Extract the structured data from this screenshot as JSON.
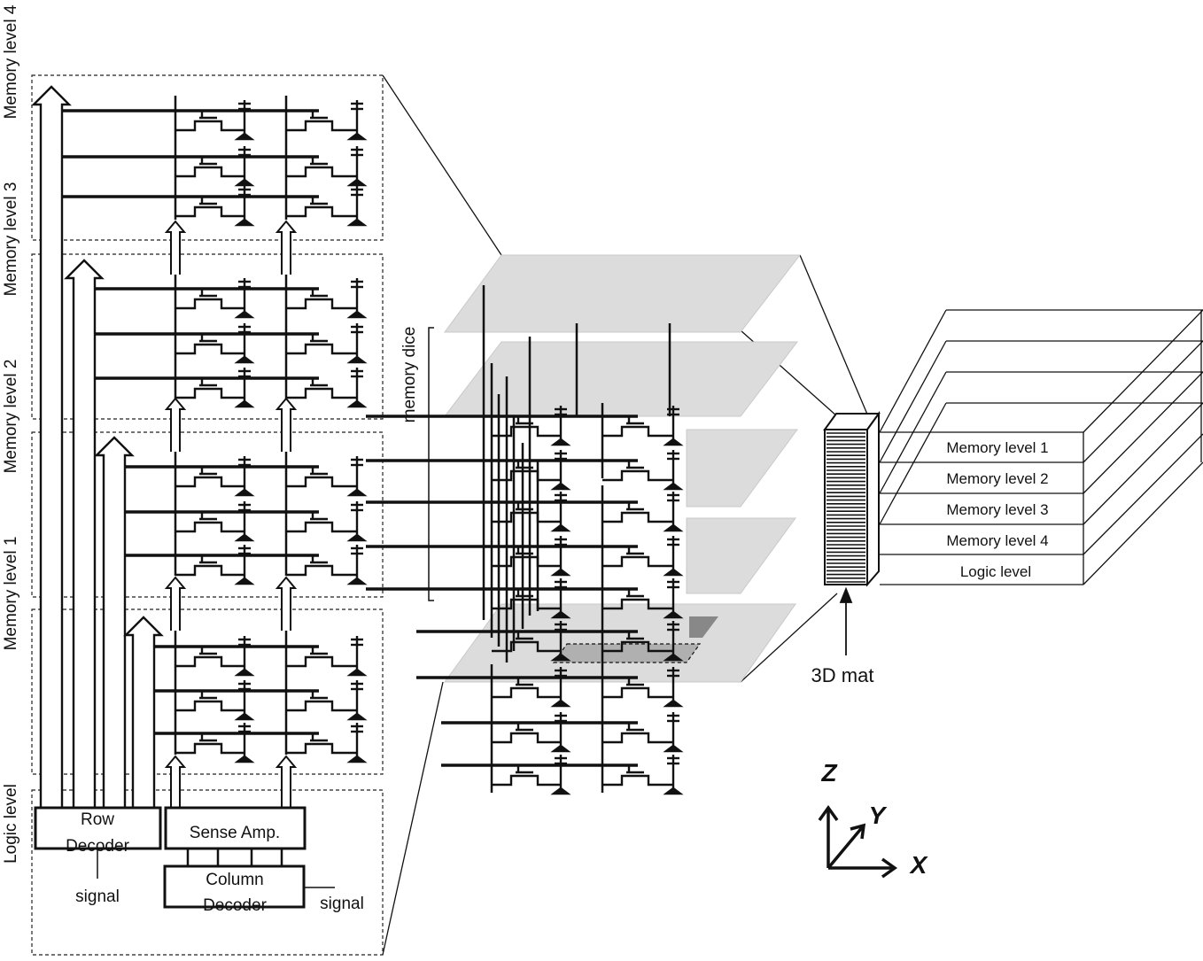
{
  "left_panel": {
    "level_labels": [
      "Memory level 4",
      "Memory level 3",
      "Memory level 2",
      "Memory level 1",
      "Logic level"
    ],
    "row_decoder": "Row Decoder",
    "row_decoder_line1": "Row",
    "row_decoder_line2": "Decoder",
    "sense_amp": "Sense Amp.",
    "column_decoder_line1": "Column",
    "column_decoder_line2": "Decoder",
    "signal_row": "signal",
    "signal_column": "signal"
  },
  "middle_panel": {
    "memory_dice_label": "memory dice"
  },
  "right_panel": {
    "layers": [
      "Memory level 1",
      "Memory level 2",
      "Memory level 3",
      "Memory level 4",
      "Logic level"
    ],
    "mat_label": "3D mat"
  },
  "axes": {
    "z": "Z",
    "y": "Y",
    "x": "X"
  }
}
